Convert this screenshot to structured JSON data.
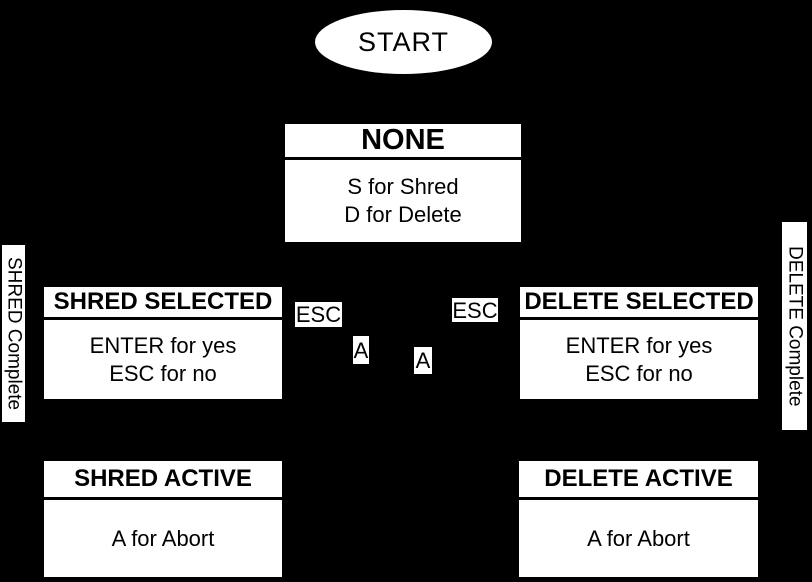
{
  "colors": {
    "background": "#000000",
    "node_fill": "#ffffff",
    "node_text": "#000000"
  },
  "start": {
    "label": "START"
  },
  "nodes": {
    "none": {
      "title": "NONE",
      "lines": [
        "S for Shred",
        "D for Delete"
      ]
    },
    "shred_selected": {
      "title": "SHRED SELECTED",
      "lines": [
        "ENTER for yes",
        "ESC for no"
      ]
    },
    "delete_selected": {
      "title": "DELETE SELECTED",
      "lines": [
        "ENTER for yes",
        "ESC for no"
      ]
    },
    "shred_active": {
      "title": "SHRED ACTIVE",
      "lines": [
        "A for Abort"
      ]
    },
    "delete_active": {
      "title": "DELETE ACTIVE",
      "lines": [
        "A for Abort"
      ]
    }
  },
  "edge_labels": {
    "esc_left": "ESC",
    "a_left": "A",
    "a_right": "A",
    "esc_right": "ESC"
  },
  "side_labels": {
    "left": "SHRED Complete",
    "right": "DELETE Complete"
  }
}
